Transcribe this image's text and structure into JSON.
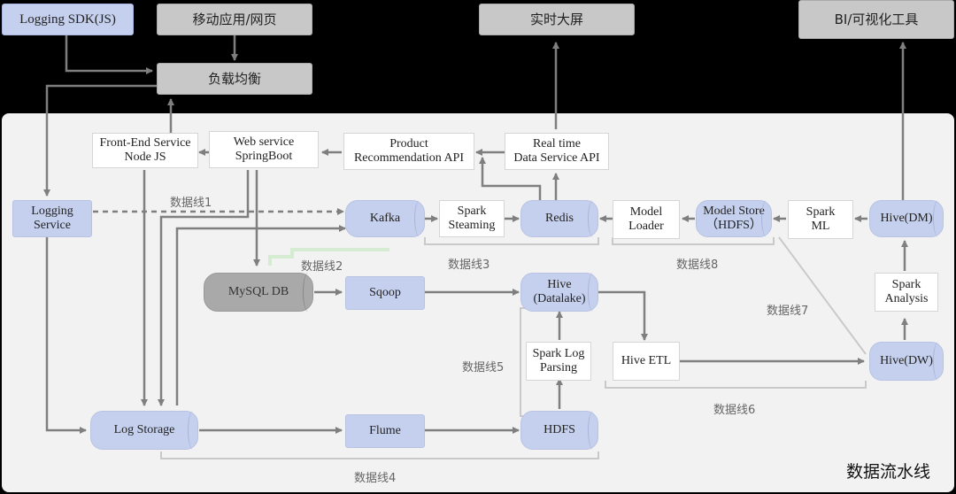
{
  "external": {
    "logging_sdk": "Logging SDK(JS)",
    "mobile_web": "移动应用/网页",
    "load_balancer": "负载均衡",
    "realtime_screen": "实时大屏",
    "bi_tools": "BI/可视化工具"
  },
  "nodes": {
    "frontend": "Front-End Service\nNode JS",
    "webservice": "Web service\nSpringBoot",
    "product_api": "Product\nRecommendation API",
    "realtime_api": "Real time\nData Service API",
    "logging_service": "Logging\nService",
    "kafka": "Kafka",
    "spark_steaming": "Spark\nSteaming",
    "redis": "Redis",
    "model_loader": "Model\nLoader",
    "model_store": "Model Store\n（HDFS）",
    "spark_ml": "Spark\nML",
    "hive_dm": "Hive(DM)",
    "mysql": "MySQL DB",
    "sqoop": "Sqoop",
    "hive_datalake": "Hive\n(Datalake)",
    "spark_analysis": "Spark\nAnalysis",
    "spark_log_parsing": "Spark Log\nParsing",
    "hive_etl": "Hive ETL",
    "hive_dw": "Hive(DW)",
    "log_storage": "Log Storage",
    "flume": "Flume",
    "hdfs": "HDFS"
  },
  "labels": {
    "line1": "数据线1",
    "line2": "数据线2",
    "line3": "数据线3",
    "line4": "数据线4",
    "line5": "数据线5",
    "line6": "数据线6",
    "line7": "数据线7",
    "line8": "数据线8",
    "pipeline_title": "数据流水线"
  },
  "colors": {
    "node_blue": "#c5d0ee",
    "node_gray": "#c8c8c8",
    "arrow": "#7f7f7f",
    "bracket": "#c9c9c9",
    "panel": "#f2f2f2"
  }
}
